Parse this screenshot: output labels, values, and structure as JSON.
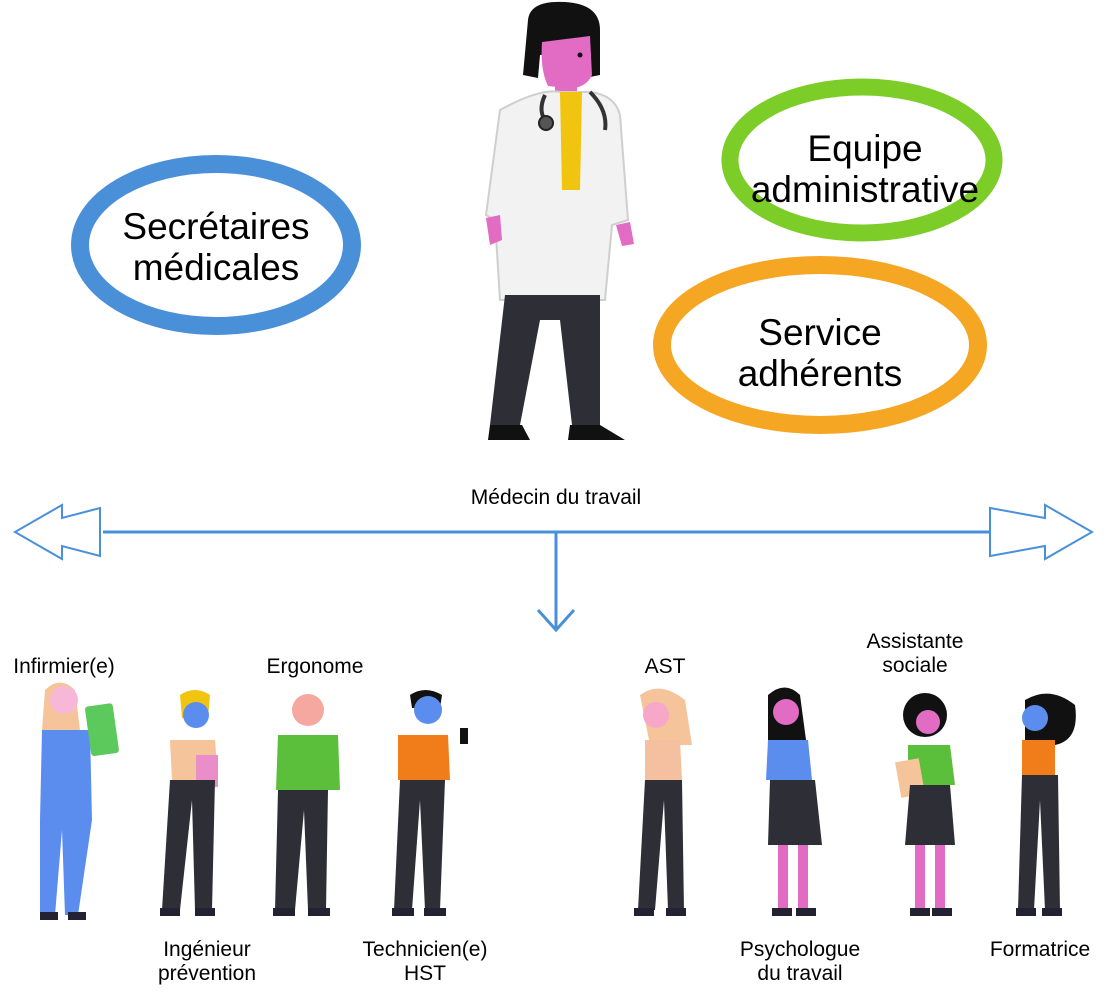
{
  "ellipses": {
    "secretaires": {
      "line1": "Secrétaires",
      "line2": "médicales",
      "color": "#4a90d9"
    },
    "administrative": {
      "line1": "Equipe",
      "line2": "administrative",
      "color": "#7ccd28"
    },
    "adherents": {
      "line1": "Service",
      "line2": "adhérents",
      "color": "#f5a623"
    }
  },
  "center_label": "Médecin du travail",
  "arrow_color": "#4a90d9",
  "roles": {
    "infirmier": "Infirmier(e)",
    "ergonome": "Ergonome",
    "ast": "AST",
    "assistante_line1": "Assistante",
    "assistante_line2": "sociale",
    "ingenieur_line1": "Ingénieur",
    "ingenieur_line2": "prévention",
    "technicien_line1": "Technicien(e)",
    "technicien_line2": "HST",
    "psychologue_line1": "Psychologue",
    "psychologue_line2": "du travail",
    "formatrice": "Formatrice"
  }
}
